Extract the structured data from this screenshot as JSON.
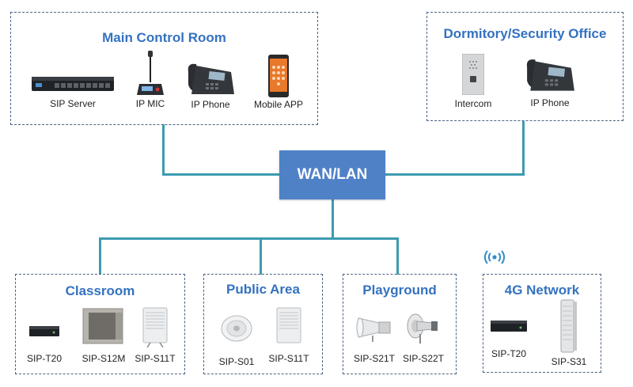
{
  "hub": {
    "label": "WAN/LAN"
  },
  "groups": {
    "main": {
      "title": "Main Control Room",
      "devices": [
        "SIP Server",
        "IP MIC",
        "IP Phone",
        "Mobile APP"
      ]
    },
    "dorm": {
      "title": "Dormitory/Security Office",
      "devices": [
        "Intercom",
        "IP Phone"
      ]
    },
    "classroom": {
      "title": "Classroom",
      "devices": [
        "SIP-T20",
        "SIP-S12M",
        "SIP-S11T"
      ]
    },
    "public": {
      "title": "Public Area",
      "devices": [
        "SIP-S01",
        "SIP-S11T"
      ]
    },
    "playground": {
      "title": "Playground",
      "devices": [
        "SIP-S21T",
        "SIP-S22T"
      ]
    },
    "network4g": {
      "title": "4G Network",
      "devices": [
        "SIP-T20",
        "SIP-S31"
      ]
    }
  },
  "colors": {
    "title": "#3472c0",
    "hub": "#4f81c7",
    "connector": "#3c9bb0",
    "border": "#4a6384"
  },
  "icons": [
    "wifi-signal-icon"
  ]
}
